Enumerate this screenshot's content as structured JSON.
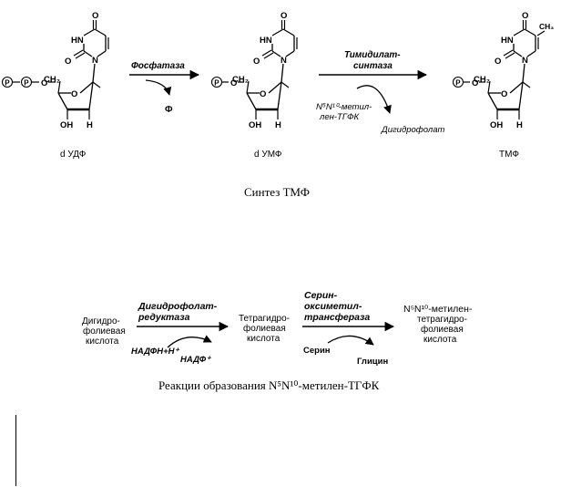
{
  "top": {
    "atoms": {
      "o": "O",
      "hn": "HN",
      "n": "N",
      "oh": "OH",
      "h": "H",
      "ch2": "CH₂",
      "p": "P",
      "ch3": "CH₃"
    },
    "compounds": [
      "d УДФ",
      "d УМФ",
      "ТМФ"
    ],
    "enzyme1": "Фосфатаза",
    "product1": "Ф",
    "enzyme2_line1": "Тимидилат-",
    "enzyme2_line2": "синтаза",
    "cofactor_line1": "N⁵N¹⁰-метил-",
    "cofactor_line2": "лен-ТГФК",
    "product2": "Дигидрофолат",
    "caption": "Синтез ТМФ"
  },
  "bottom": {
    "substrate": [
      "Дигидро-",
      "фолиевая",
      "кислота"
    ],
    "enzyme1": [
      "Дигидрофолат-",
      "редуктаза"
    ],
    "cofactor_in": "НАДФН+Н⁺",
    "cofactor_out": "НАДФ⁺",
    "intermediate": [
      "Тетрагидро-",
      "фолиевая",
      "кислота"
    ],
    "enzyme2": [
      "Серин-",
      "оксиметил-",
      "трансфераза"
    ],
    "aa_in": "Серин",
    "aa_out": "Глицин",
    "product": [
      "N⁵N¹⁰-метилен-",
      "тетрагидро-",
      "фолиевая",
      "кислота"
    ],
    "caption": "Реакции образования N⁵N¹⁰-метилен-ТГФК"
  }
}
